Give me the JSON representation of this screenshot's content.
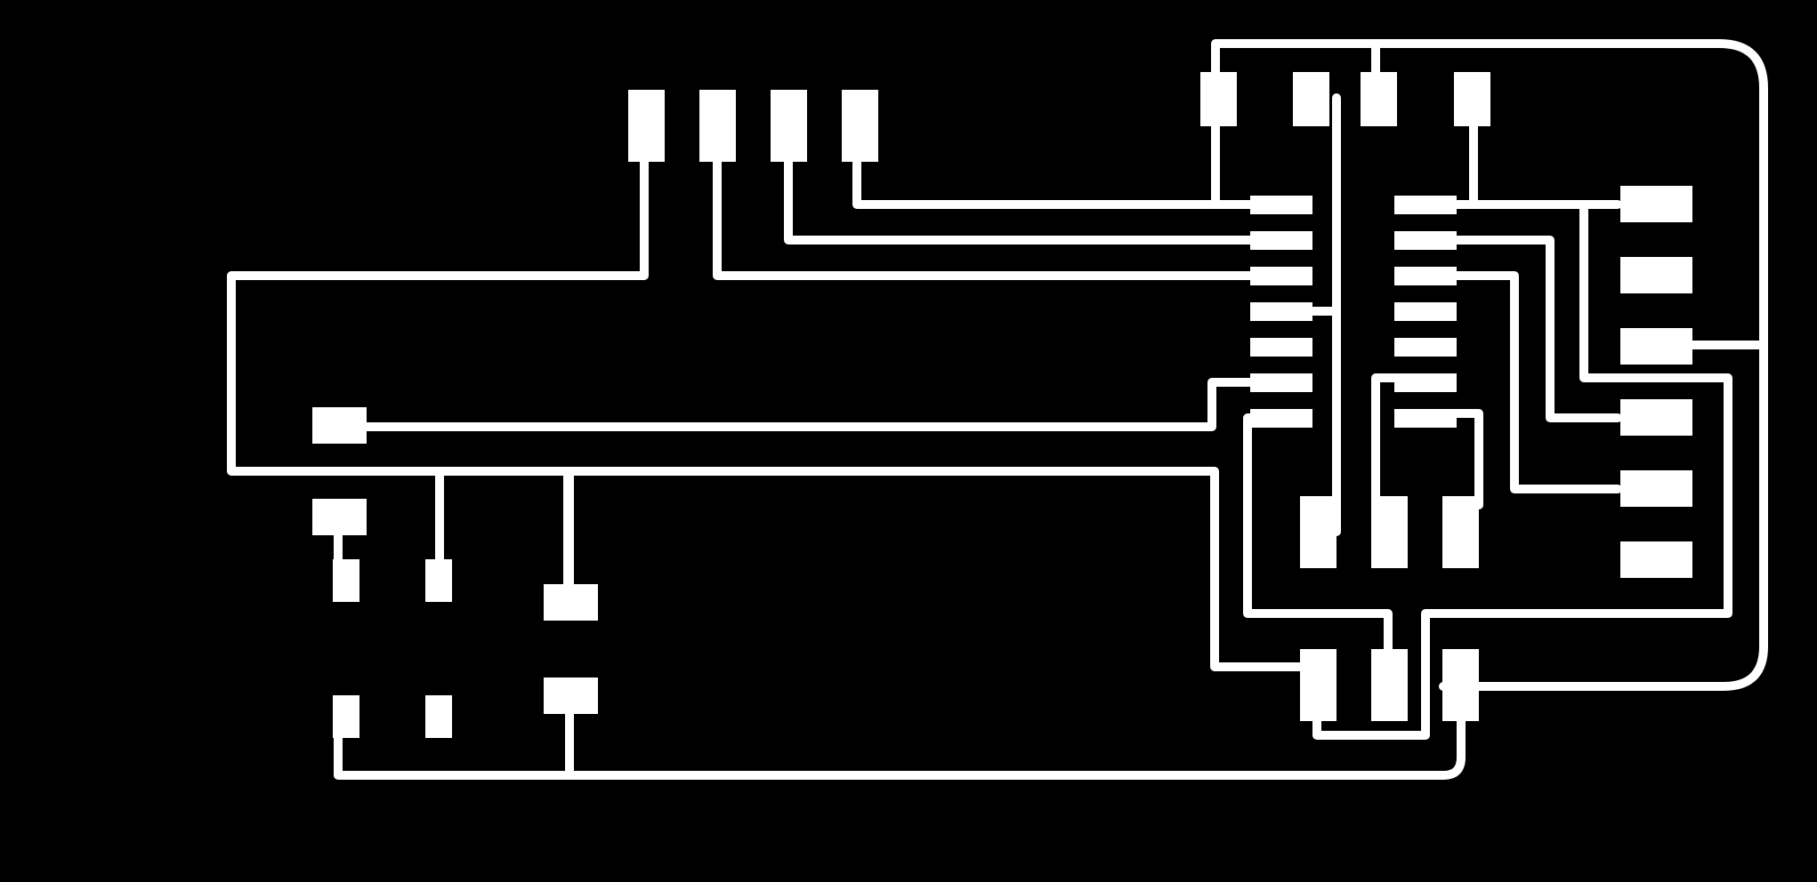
{
  "diagram": {
    "kind": "pcb-trace-layout",
    "background_color": "#000000",
    "copper_color": "#ffffff",
    "components": [
      {
        "id": "header-top",
        "pins": 4
      },
      {
        "id": "microcontroller-ic",
        "pins": 14
      },
      {
        "id": "ic-top-pads",
        "pins": 4
      },
      {
        "id": "right-connector",
        "pins": 6
      },
      {
        "id": "resonator",
        "pins": 3
      },
      {
        "id": "regulator",
        "pins": 3
      },
      {
        "id": "left-pad",
        "pins": 1
      },
      {
        "id": "switch",
        "pins": 4
      },
      {
        "id": "capacitor",
        "pins": 2
      }
    ]
  }
}
